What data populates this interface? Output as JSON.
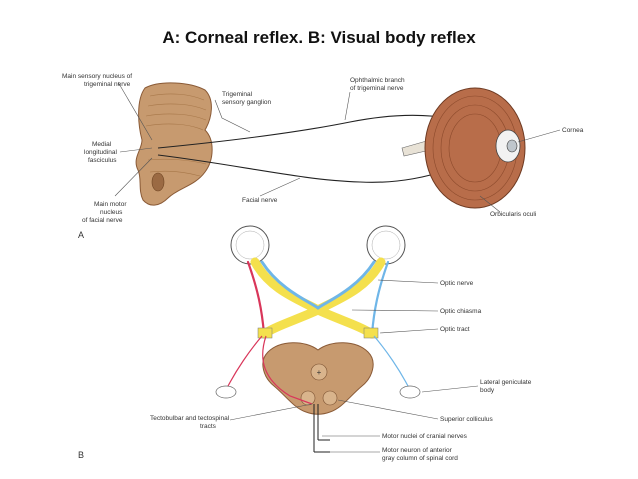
{
  "title": "A: Corneal reflex. B: Visual body reflex",
  "panel_a": {
    "letter": "A",
    "labels": {
      "main_sensory_1": "Main sensory nucleus of",
      "main_sensory_2": "trigeminal nerve",
      "ganglion_1": "Trigeminal",
      "ganglion_2": "sensory ganglion",
      "ophthalmic_1": "Ophthalmic branch",
      "ophthalmic_2": "of trigeminal nerve",
      "mlf_1": "Medial",
      "mlf_2": "longitudinal",
      "mlf_3": "fasciculus",
      "cornea": "Cornea",
      "motor_1": "Main motor",
      "motor_2": "nucleus",
      "motor_3": "of facial nerve",
      "facial": "Facial nerve",
      "orbicularis": "Orbicularis oculi"
    }
  },
  "panel_b": {
    "letter": "B",
    "labels": {
      "optic_nerve": "Optic nerve",
      "optic_chiasma": "Optic chiasma",
      "optic_tract": "Optic tract",
      "lgb_1": "Lateral geniculate",
      "lgb_2": "body",
      "tecto_1": "Tectobulbar and tectospinal",
      "tecto_2": "tracts",
      "sup_coll": "Superior colliculus",
      "motor_nuclei": "Motor nuclei of cranial nerves",
      "motor_neuron_1": "Motor neuron of anterior",
      "motor_neuron_2": "gray column of spinal cord"
    }
  },
  "colors": {
    "tissue": "#c79a6f",
    "tissue_dark": "#8a5a36",
    "muscle": "#b86d4a",
    "optic_yellow": "#f4e04d",
    "optic_blue": "#6fb6e8",
    "optic_red": "#d9365a"
  }
}
